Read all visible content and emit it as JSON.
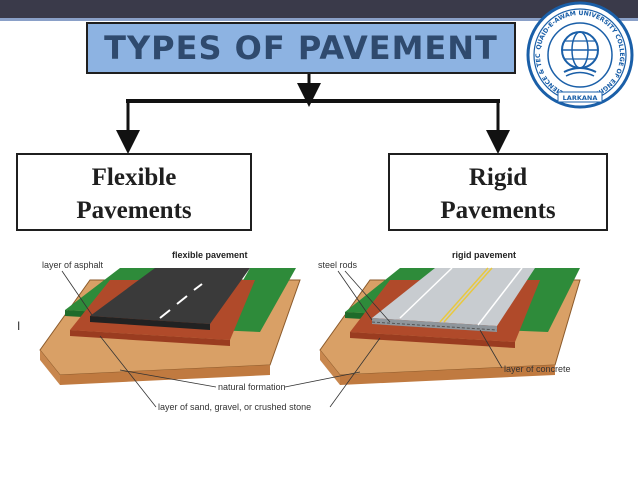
{
  "title": "TYPES OF PAVEMENT",
  "logo": {
    "ring_text": "QUAID-E-AWAM UNIVERSITY COLLEGE OF ENGINEERING SCIENCE & TECHNOLOGY",
    "bottom_text": "LARKANA"
  },
  "left_box": {
    "line1": "Flexible",
    "line2": "Pavements"
  },
  "right_box": {
    "line1": "Rigid",
    "line2": "Pavements"
  },
  "illustration": {
    "flexible_title": "flexible pavement",
    "rigid_title": "rigid pavement",
    "layer_asphalt": "layer of asphalt",
    "steel_rods": "steel rods",
    "layer_concrete": "layer of concrete",
    "natural_formation": "natural formation",
    "base_layer": "layer of sand, gravel, or crushed stone"
  },
  "stray_mark": "I",
  "colors": {
    "title_fill": "#8db3e2",
    "title_text": "#2f4a6e",
    "grass": "#2e8b3a",
    "asphalt": "#3a3a3a",
    "concrete": "#c8ccd0",
    "soil": "#d9a066",
    "gravel": "#b04a2a",
    "logo_blue": "#1a5fa8"
  }
}
